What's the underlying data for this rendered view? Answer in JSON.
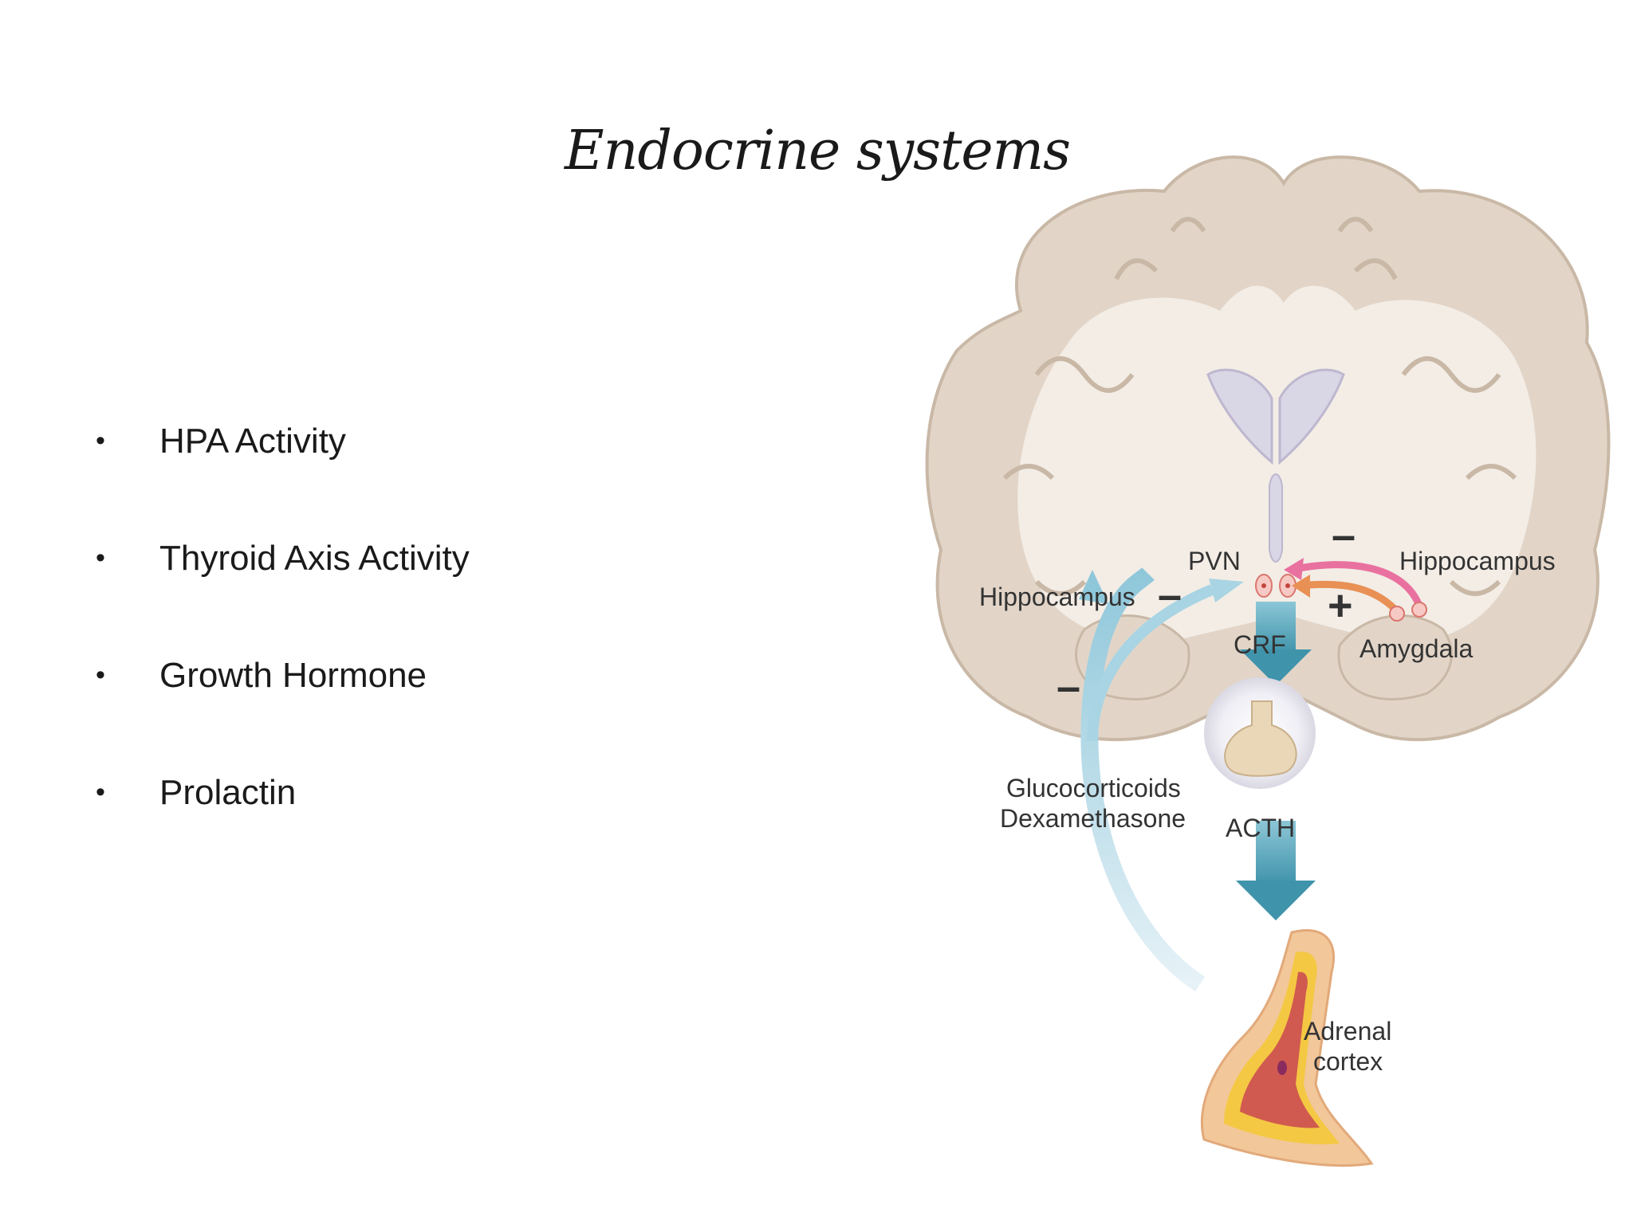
{
  "title": "Endocrine systems",
  "bullets": [
    "HPA Activity",
    "Thyroid Axis Activity",
    "Growth Hormone",
    "Prolactin"
  ],
  "diagram": {
    "labels": {
      "pvn": "PVN",
      "hippocampus_left": "Hippocampus",
      "hippocampus_right": "Hippocampus",
      "amygdala": "Amygdala",
      "crf": "CRF",
      "acth": "ACTH",
      "glucocorticoids": "Glucocorticoids",
      "dexamethasone": "Dexamethasone",
      "adrenal_1": "Adrenal",
      "adrenal_2": "cortex"
    },
    "signs": {
      "hippocampus_left": "–",
      "hippocampus_right": "–",
      "amygdala": "+",
      "feedback": "–"
    },
    "colors": {
      "brain_fill": "#e2d5c8",
      "brain_outline": "#c9b8a6",
      "white_matter": "#f3ede6",
      "ventricle": "#d9d6e6",
      "arrow_blue": "#5aa9bd",
      "feedback_blue": "#a9d4e3",
      "pink_arrow": "#e9719f",
      "orange_arrow": "#e99055",
      "adrenal_outer": "#f2c79a",
      "adrenal_mid": "#f4c842",
      "adrenal_inner": "#d05a4f"
    }
  }
}
